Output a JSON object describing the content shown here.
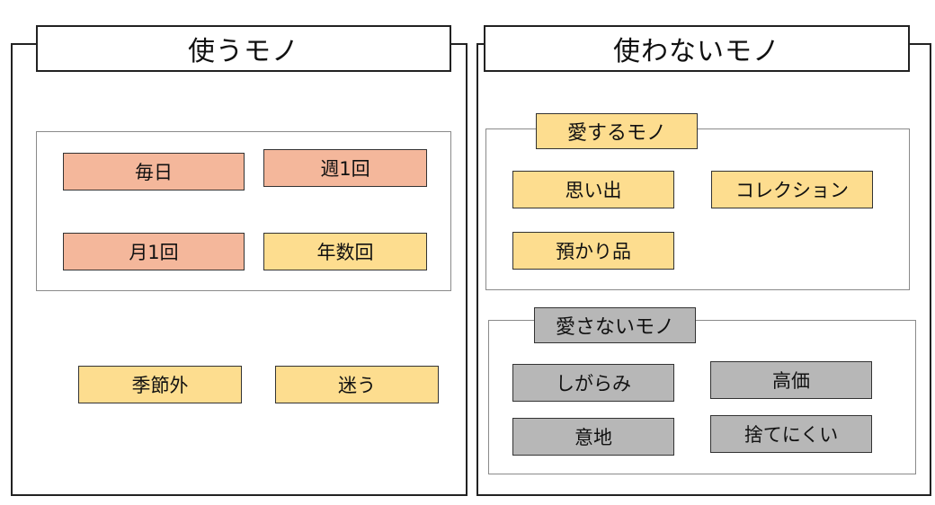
{
  "left_panel": {
    "title": "使うモノ",
    "frequency_group": {
      "items": [
        "毎日",
        "週1回",
        "月1回",
        "年数回"
      ]
    },
    "other_items": [
      "季節外",
      "迷う"
    ]
  },
  "right_panel": {
    "title": "使わないモノ",
    "loved_group": {
      "title": "愛するモノ",
      "items": [
        "思い出",
        "コレクション",
        "預かり品"
      ]
    },
    "unloved_group": {
      "title": "愛さないモノ",
      "items": [
        "しがらみ",
        "高価",
        "意地",
        "捨てにくい"
      ]
    }
  },
  "colors": {
    "frequent_item": "#f4b79b",
    "infrequent_item": "#fddd8f",
    "unloved_item": "#b7b7b7",
    "border": "#222222",
    "group_border": "#8a8a8a"
  }
}
